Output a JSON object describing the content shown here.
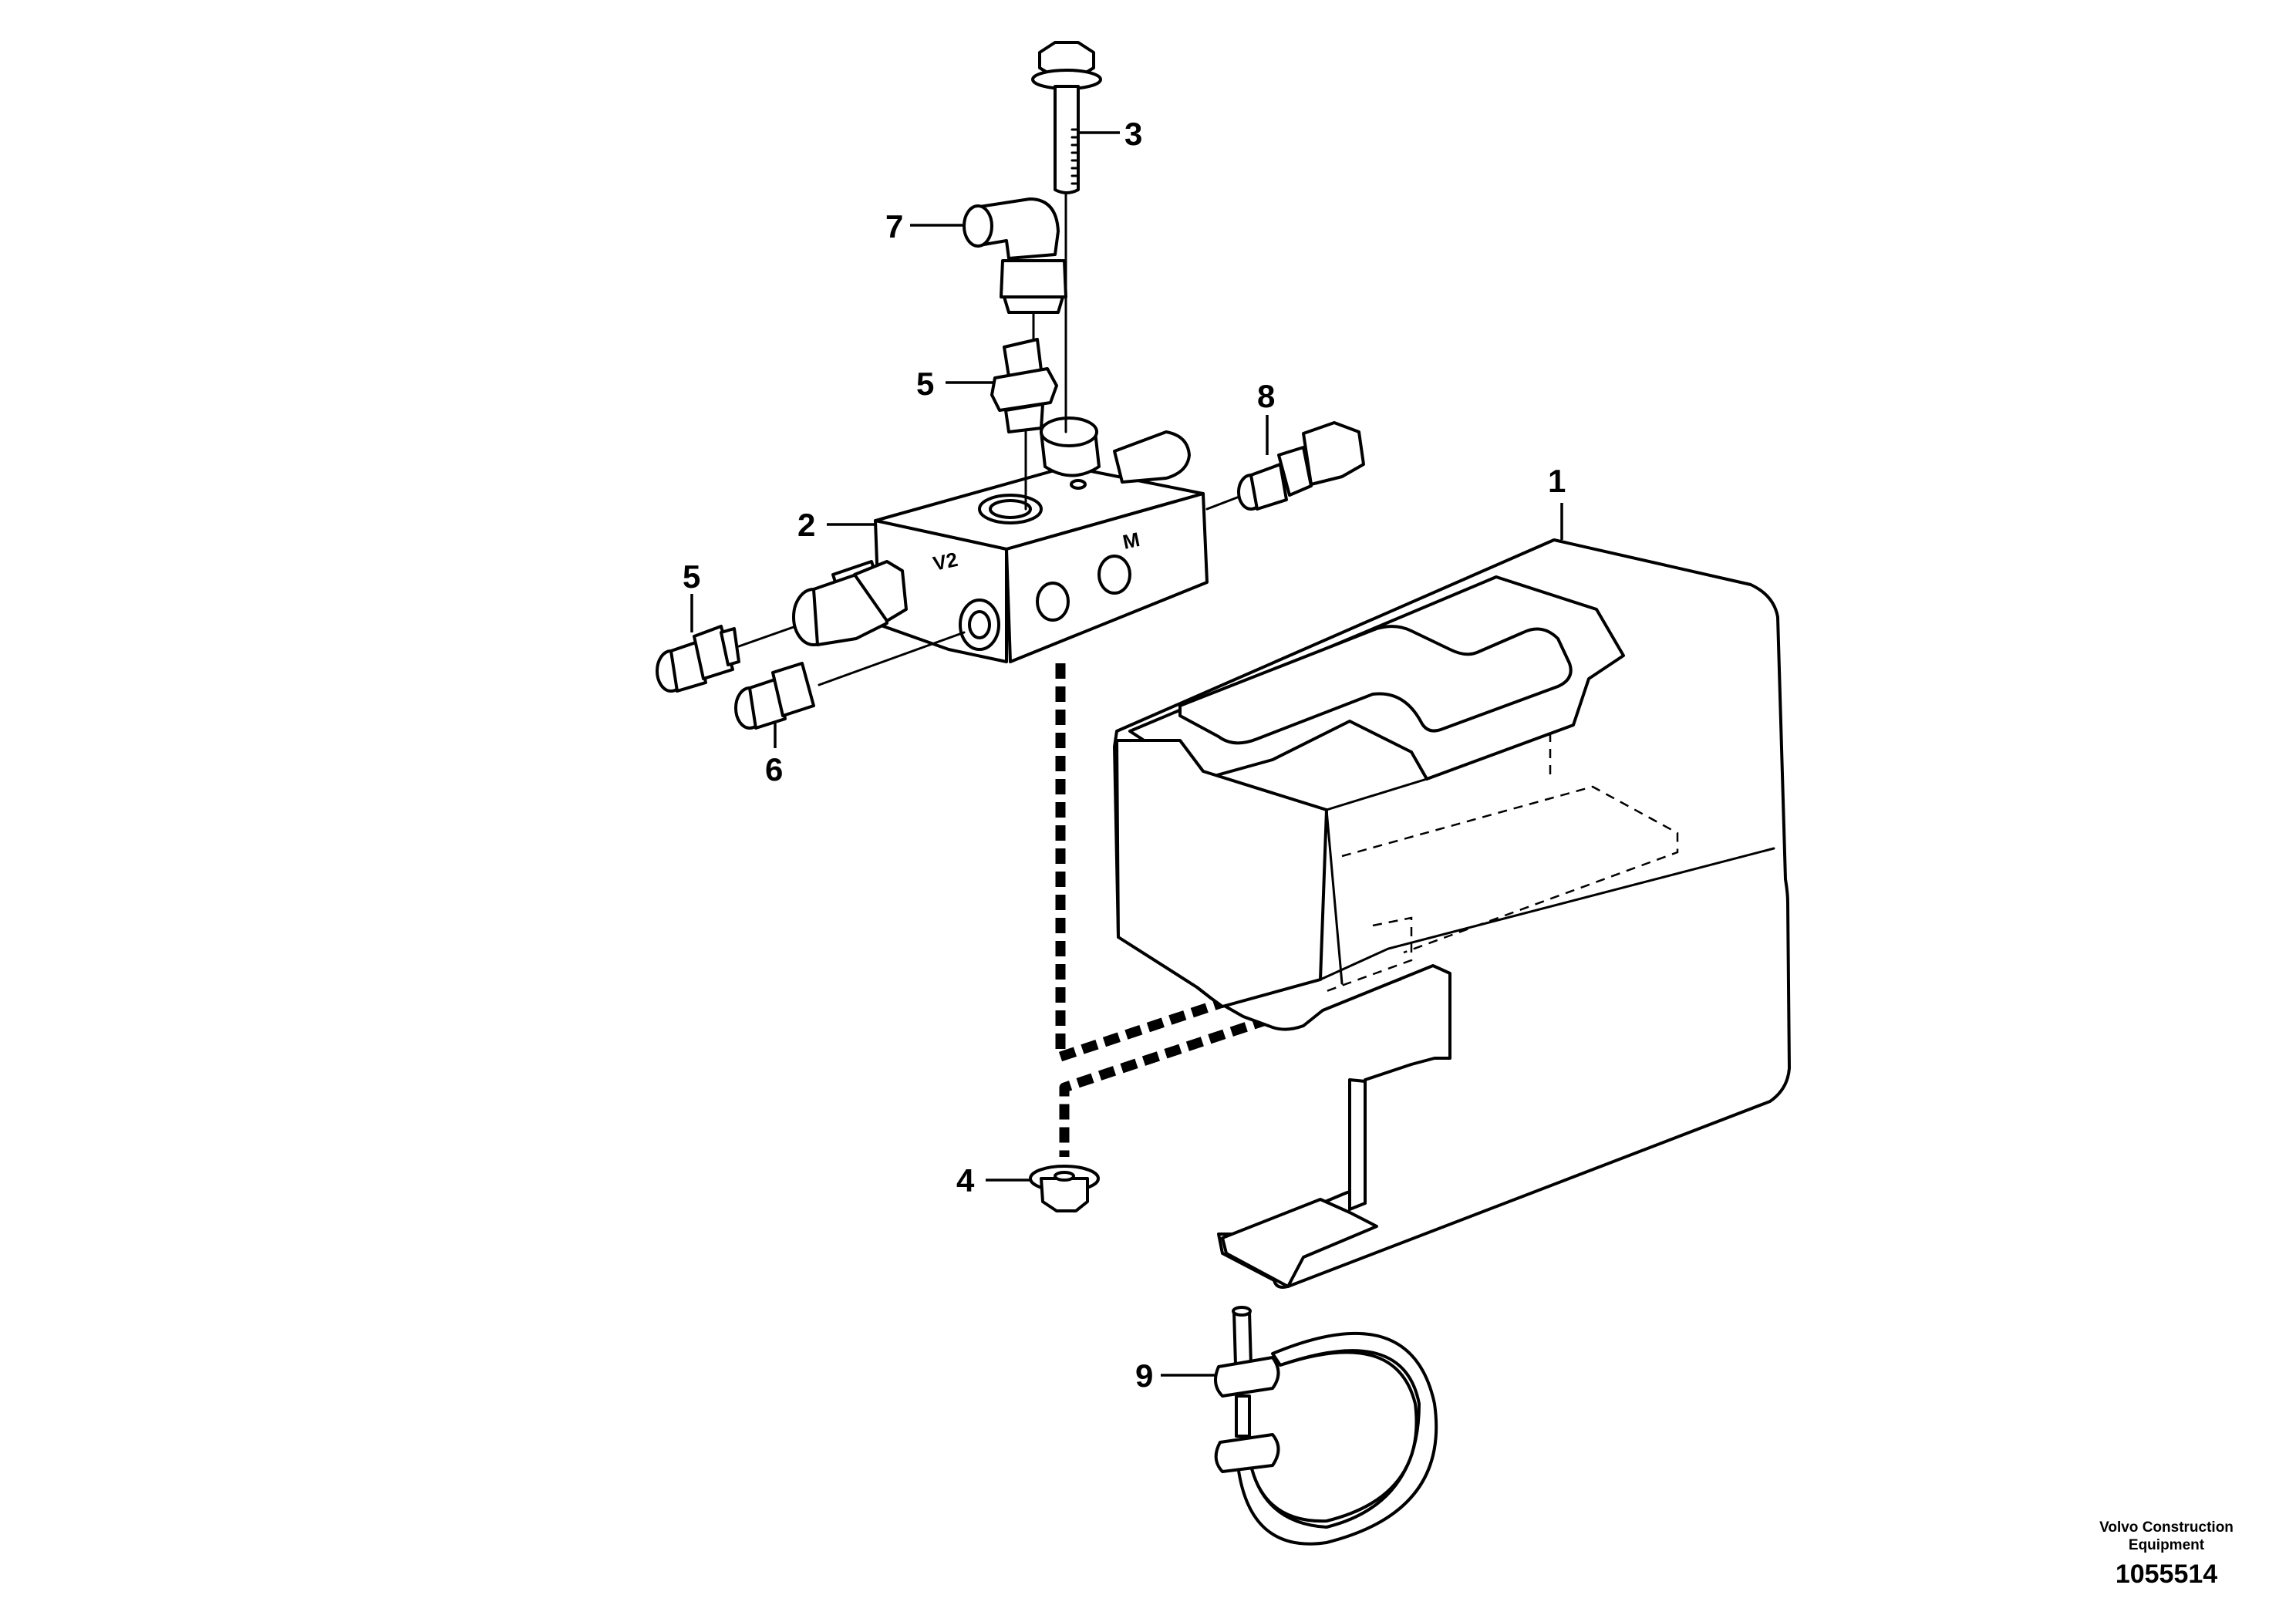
{
  "callouts": {
    "c1": "1",
    "c2": "2",
    "c3": "3",
    "c4": "4",
    "c5_top": "5",
    "c5_left": "5",
    "c6": "6",
    "c7": "7",
    "c8": "8",
    "c9": "9"
  },
  "block_markings": {
    "v2": "V2",
    "m": "M"
  },
  "credit": {
    "maker": "Volvo Construction Equipment",
    "reference": "1055514"
  },
  "colors": {
    "ink": "#000000",
    "paper": "#ffffff"
  }
}
